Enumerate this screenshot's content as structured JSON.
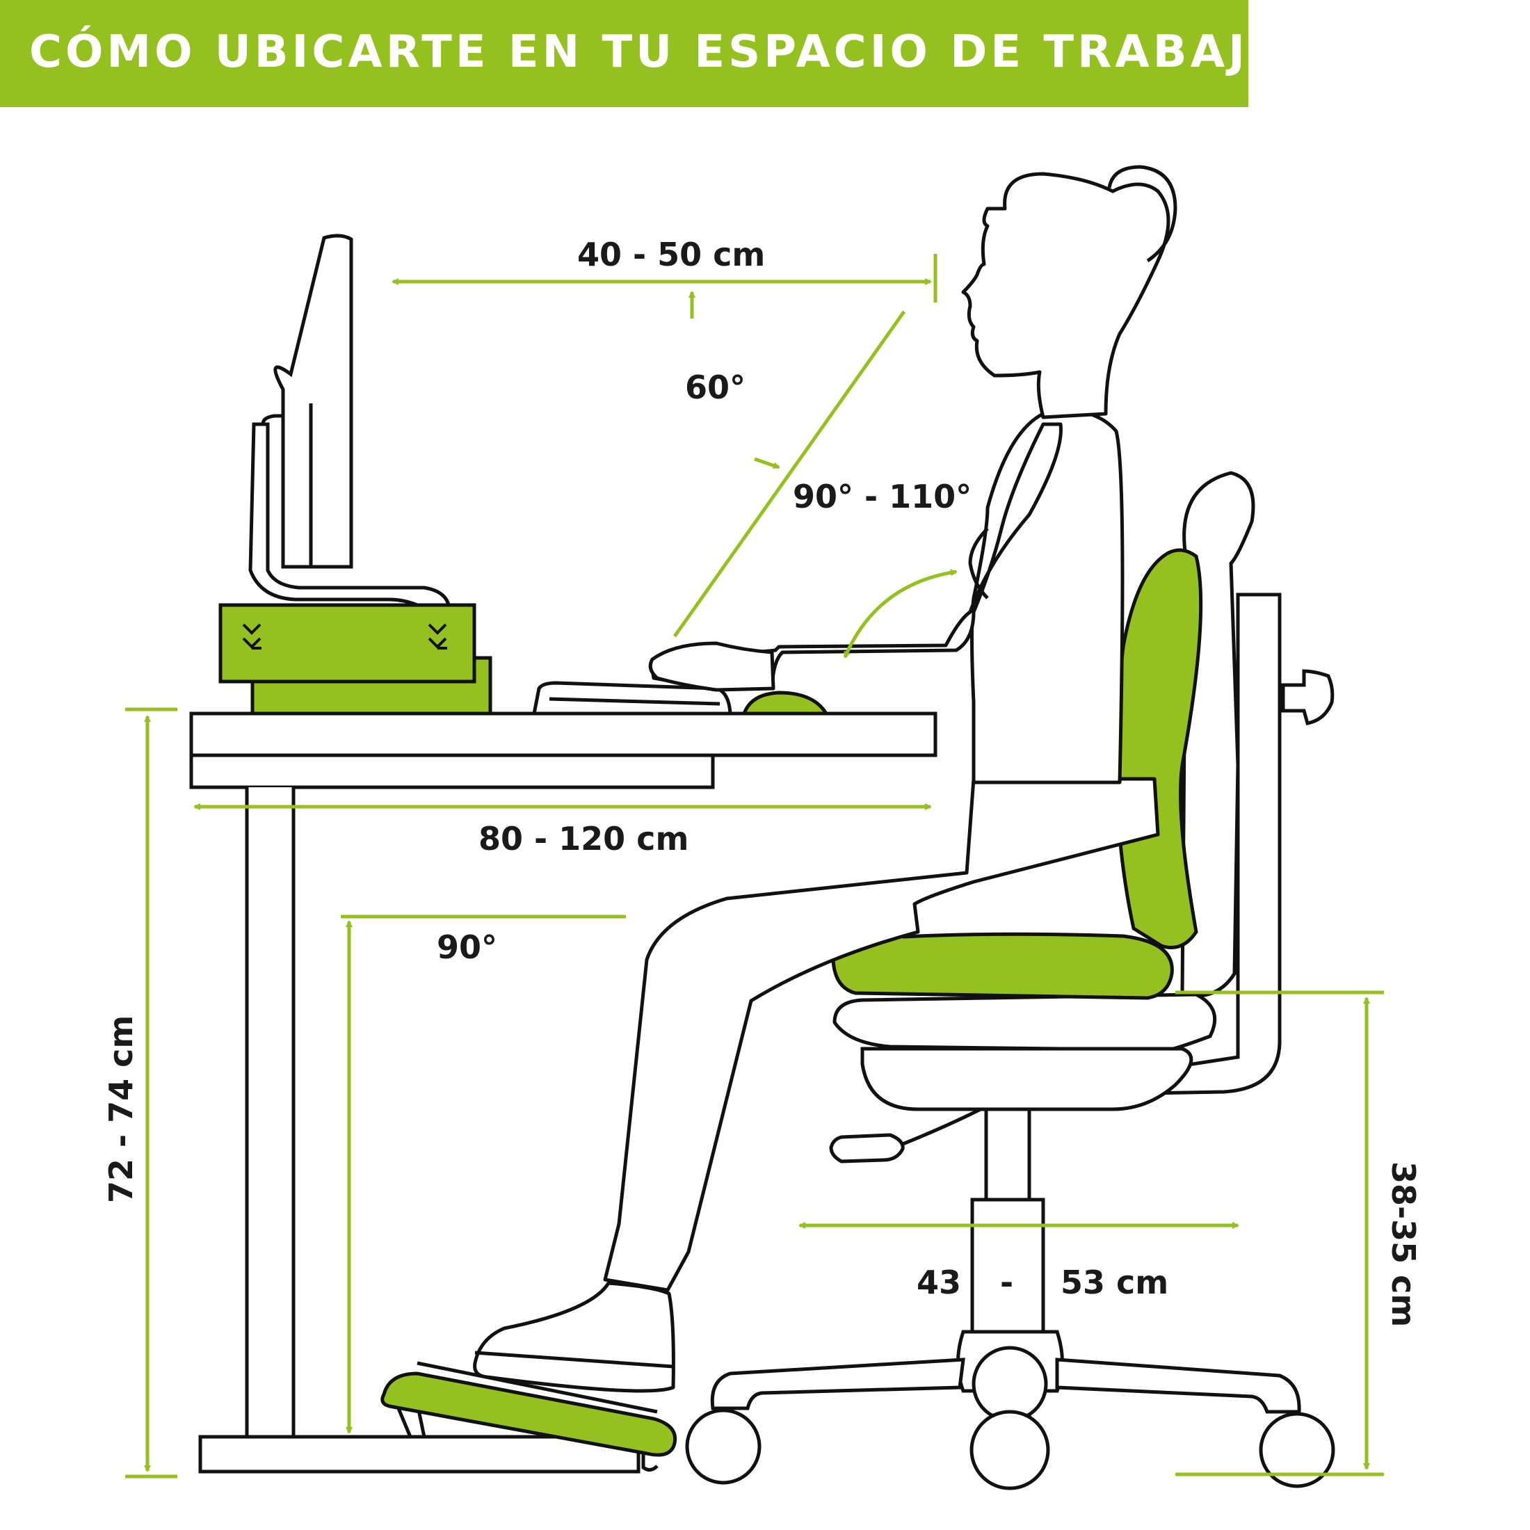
{
  "header": {
    "title": "CÓMO UBICARTE EN TU ESPACIO DE TRABAJO"
  },
  "measurements": {
    "eye_distance": "40 - 50 cm",
    "view_angle": "60°",
    "elbow_angle": "90° - 110°",
    "desk_depth": "80 - 120 cm",
    "knee_angle": "90°",
    "desk_height": "72 - 74 cm",
    "seat_depth_min": "43",
    "seat_depth_sep": "-",
    "seat_depth_max": "53 cm",
    "seat_height": "38-35 cm"
  },
  "colors": {
    "accent": "#94c11f",
    "line": "#111111",
    "background": "#ffffff"
  }
}
